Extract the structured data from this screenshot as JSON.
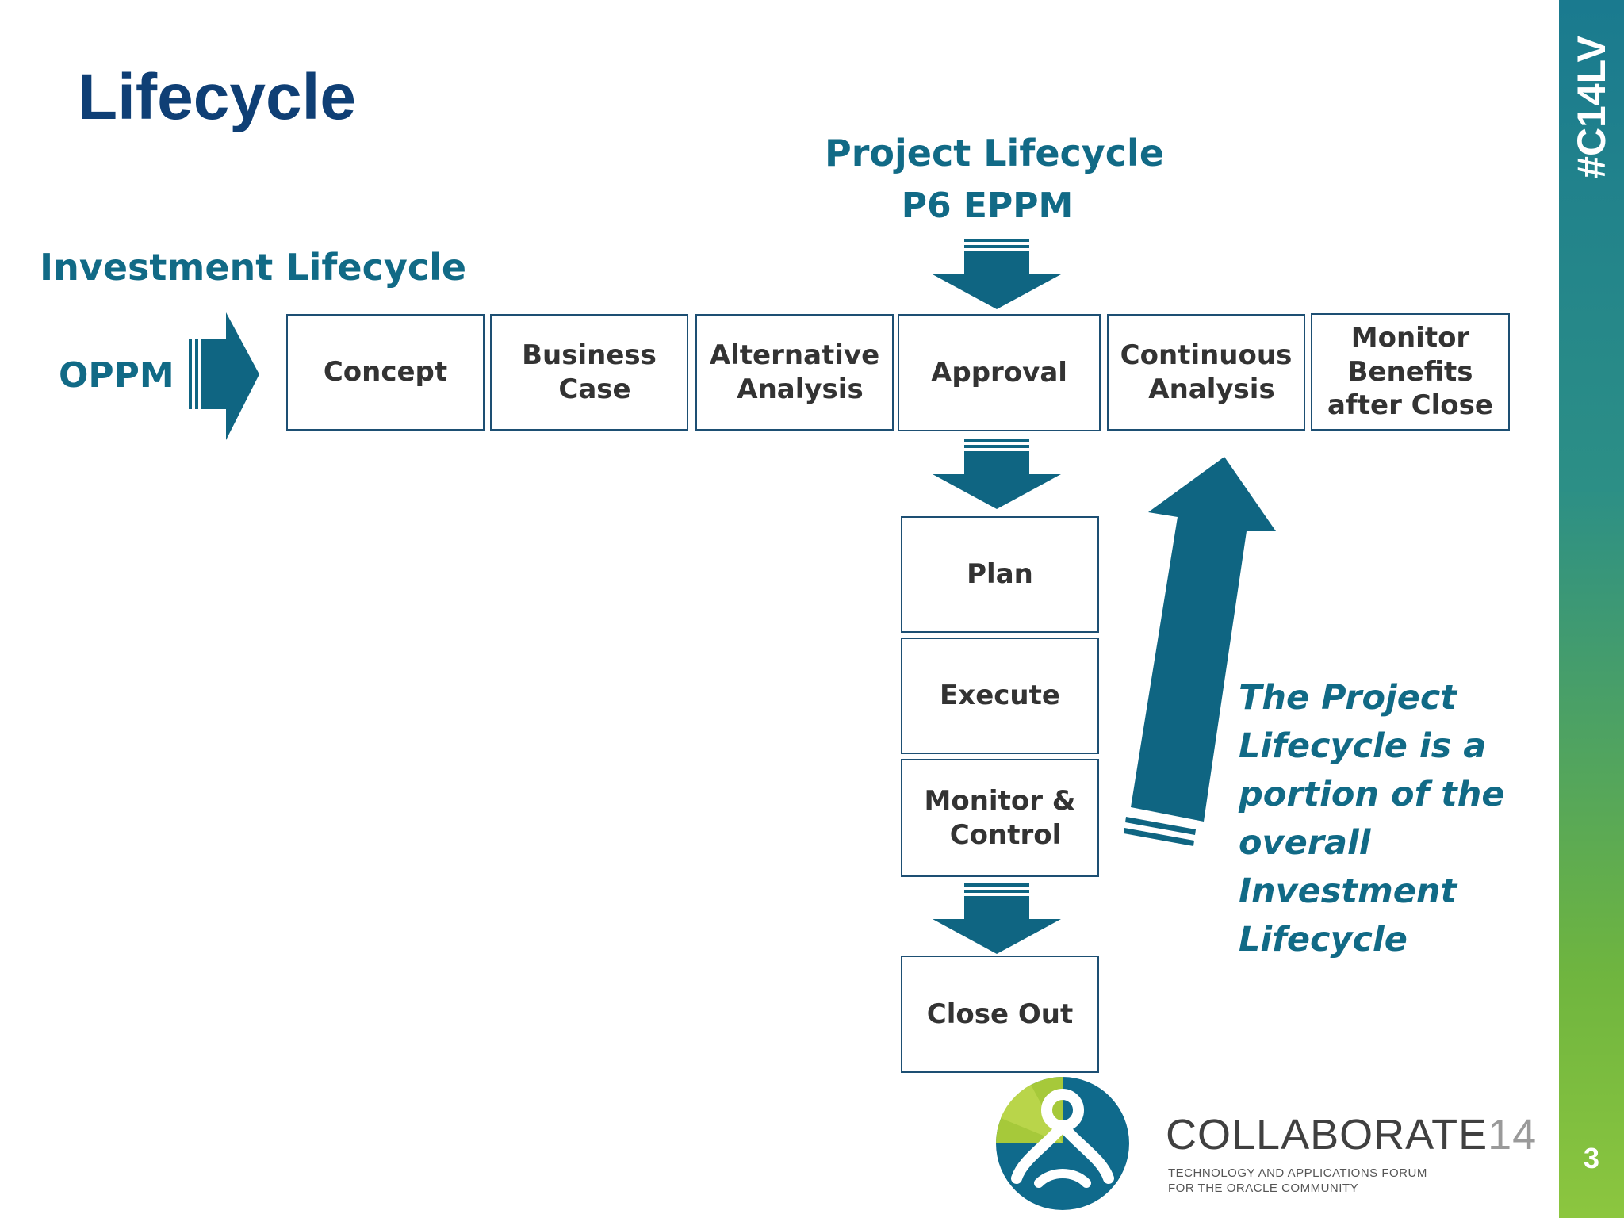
{
  "slide": {
    "title": "Lifecycle",
    "hashtag": "#C14LV",
    "page_number": "3"
  },
  "labels": {
    "project_lifecycle": "Project Lifecycle",
    "p6_eppm": "P6 EPPM",
    "investment_lifecycle": "Investment Lifecycle",
    "oppm": "OPPM"
  },
  "investment_steps": [
    {
      "line1": "Concept",
      "line2": ""
    },
    {
      "line1": "Business",
      "line2": "Case"
    },
    {
      "line1": "Alternative",
      "line2": "Analysis"
    },
    {
      "line1": "Approval",
      "line2": ""
    },
    {
      "line1": "Continuous",
      "line2": "Analysis"
    },
    {
      "line1": "Monitor",
      "line2": "Benefits",
      "line3": "after Close"
    }
  ],
  "project_steps": [
    {
      "line1": "Plan",
      "line2": ""
    },
    {
      "line1": "Execute",
      "line2": ""
    },
    {
      "line1": "Monitor &",
      "line2": "Control"
    },
    {
      "line1": "Close Out",
      "line2": ""
    }
  ],
  "note": {
    "lines": [
      "The Project",
      "Lifecycle is a",
      "portion of the",
      "overall",
      "Investment",
      "Lifecycle"
    ]
  },
  "logo": {
    "brand": "COLLABORATE",
    "year": "14",
    "tagline_1": "TECHNOLOGY AND APPLICATIONS FORUM",
    "tagline_2": "FOR THE ORACLE COMMUNITY"
  },
  "colors": {
    "title": "#0f3f75",
    "accent": "#116a86",
    "arrow": "#0f6582",
    "box_border": "#1d4f73",
    "sidebar_top": "#1a7a8f",
    "sidebar_bottom": "#8cc63f"
  }
}
